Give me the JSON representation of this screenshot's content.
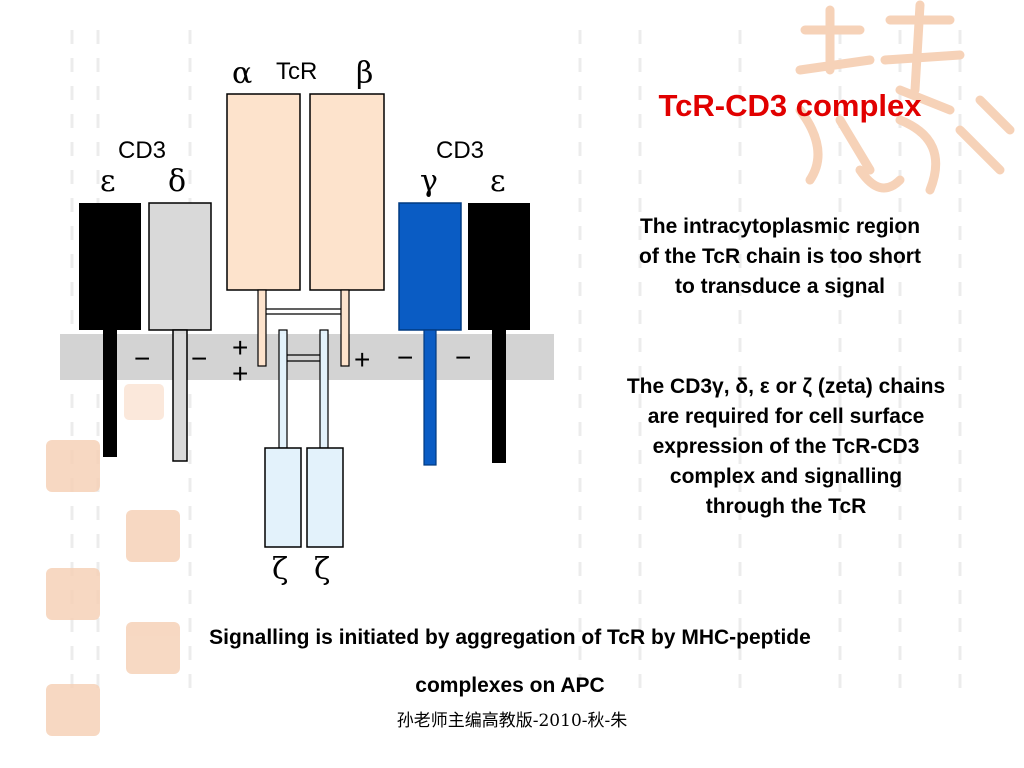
{
  "slide": {
    "title": "TcR-CD3 complex",
    "para1": [
      "The intracytoplasmic region",
      "of the TcR chain is too short",
      "to transduce a signal"
    ],
    "para2": [
      "The CD3γ, δ, ε or ζ (zeta) chains",
      "are required for cell surface",
      "expression of the TcR-CD3",
      "complex and signalling",
      "through the TcR"
    ],
    "bottom_line1": "Signalling is initiated by aggregation of TcR by MHC-peptide",
    "bottom_line2": "complexes on APC",
    "footer": "孙老师主编高教版-2010-秋-朱"
  },
  "diagram": {
    "tcr_label": "TcR",
    "alpha": "α",
    "beta": "β",
    "cd3_left": "CD3",
    "cd3_right": "CD3",
    "epsilon_left": "ε",
    "delta": "δ",
    "gamma": "γ",
    "epsilon_right": "ε",
    "zeta_left": "ζ",
    "zeta_right": "ζ",
    "charges": [
      "−",
      "−",
      "+",
      "+",
      "+",
      "−",
      "−"
    ]
  },
  "colors": {
    "title_red": "#e10000",
    "membrane": "#d3d3d3",
    "tcr_fill": "#fde3cc",
    "zeta_fill": "#e3f2fb",
    "gamma_blue": "#0a5cc4",
    "delta_grey": "#d9d9d9",
    "epsilon_black": "#000000"
  }
}
